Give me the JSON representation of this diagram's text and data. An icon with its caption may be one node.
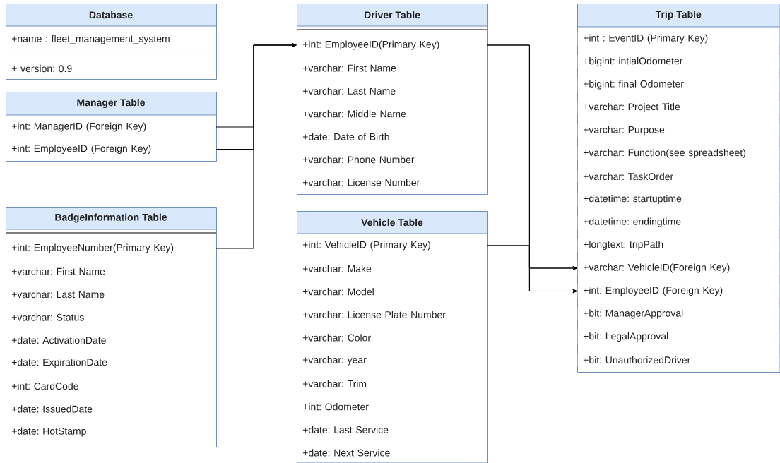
{
  "diagram": {
    "nodes": [
      {
        "text": [
          "Database"
        ]
      },
      {
        "text": [
          "+name : fleet_management_system"
        ],
        "in": 0
      },
      {
        "text": [
          "+ version: 0.9"
        ],
        "in": 0
      },
      {
        "text": [
          "Manager Table"
        ]
      },
      {
        "text": [
          "+int: ManagerID (Foreign Key)"
        ],
        "in": 3
      },
      {
        "text": [
          "+int: EmployeeID (Foreign Key)"
        ],
        "in": 3
      },
      {
        "text": [
          "BadgeInformation Table"
        ]
      },
      {
        "text": [
          "+int: EmployeeNumber(Primary Key)"
        ],
        "in": 6
      },
      {
        "text": [
          "+varchar: First Name"
        ],
        "in": 6
      },
      {
        "text": [
          "+varchar: Last Name"
        ],
        "in": 6
      },
      {
        "text": [
          "+varchar: Status"
        ],
        "in": 6
      },
      {
        "text": [
          "+date: ActivationDate"
        ],
        "in": 6
      },
      {
        "text": [
          "+date: ExpirationDate"
        ],
        "in": 6
      },
      {
        "text": [
          "+int: CardCode"
        ],
        "in": 6
      },
      {
        "text": [
          "+date: IssuedDate"
        ],
        "in": 6
      },
      {
        "text": [
          "+date: HotStamp"
        ],
        "in": 6
      },
      {
        "text": [
          "Driver Table"
        ]
      },
      {
        "text": [
          "+int: EmployeeID(Primary Key)"
        ],
        "in": 16
      },
      {
        "text": [
          "+varchar: First Name"
        ],
        "in": 16
      },
      {
        "text": [
          "+varchar: Last Name"
        ],
        "in": 16
      },
      {
        "text": [
          "+varchar: Middle Name"
        ],
        "in": 16
      },
      {
        "text": [
          "+date: Date of Birth"
        ],
        "in": 16
      },
      {
        "text": [
          "+varchar: Phone Number"
        ],
        "in": 16
      },
      {
        "text": [
          "+varchar: License Number"
        ],
        "in": 16
      },
      {
        "text": [
          "Vehicle Table"
        ]
      },
      {
        "text": [
          "+int: VehicleID (Primary Key)"
        ],
        "in": 24
      },
      {
        "text": [
          "+varchar: Make"
        ],
        "in": 24
      },
      {
        "text": [
          "+varchar: Model"
        ],
        "in": 24
      },
      {
        "text": [
          "+varchar: License Plate Number"
        ],
        "in": 24
      },
      {
        "text": [
          "+varchar: Color"
        ],
        "in": 24
      },
      {
        "text": [
          "+varchar: year"
        ],
        "in": 24
      },
      {
        "text": [
          "+varchar: Trim"
        ],
        "in": 24
      },
      {
        "text": [
          "+int: Odometer"
        ],
        "in": 24
      },
      {
        "text": [
          "+date: Last Service"
        ],
        "in": 24
      },
      {
        "text": [
          "+date: Next Service"
        ],
        "in": 24
      },
      {
        "text": [
          "Trip Table"
        ]
      },
      {
        "text": [
          "+int : EventID (Primary Key)"
        ],
        "in": 35
      },
      {
        "text": [
          "+bigint:  intialOdometer"
        ],
        "in": 35
      },
      {
        "text": [
          "+bigint: final Odometer"
        ],
        "in": 35
      },
      {
        "text": [
          "+varchar:  Project Title"
        ],
        "in": 35
      },
      {
        "text": [
          "+varchar: Purpose"
        ],
        "in": 35
      },
      {
        "text": [
          "+varchar: Function(see spreadsheet)"
        ],
        "in": 35
      },
      {
        "text": [
          "+varchar: TaskOrder"
        ],
        "in": 35
      },
      {
        "text": [
          "+datetime: startuptime"
        ],
        "in": 35
      },
      {
        "text": [
          "+datetime: endingtime"
        ],
        "in": 35
      },
      {
        "text": [
          "+longtext: tripPath"
        ],
        "in": 35
      },
      {
        "text": [
          "+varchar: VehicleID(Foreign Key)"
        ],
        "in": 35
      },
      {
        "text": [
          "+int: EmployeeID (Foreign Key)"
        ],
        "in": 35
      },
      {
        "text": [
          "+bit: ManagerApproval"
        ],
        "in": 35
      },
      {
        "text": [
          "+bit: LegalApproval"
        ],
        "in": 35
      },
      {
        "text": [
          "+bit: UnauthorizedDriver"
        ],
        "in": 35
      }
    ],
    "edges": [
      {
        "from": 4,
        "to": 17,
        "arrow": "to"
      },
      {
        "from": 5,
        "to": 17,
        "arrow": "to"
      },
      {
        "from": 7,
        "to": 17,
        "arrow": "to"
      },
      {
        "from": 17,
        "to": 46,
        "arrow": "to"
      },
      {
        "from": 17,
        "to": 47,
        "arrow": "to"
      },
      {
        "from": 25,
        "to": 46,
        "arrow": "to"
      },
      {
        "from": 25,
        "to": 47,
        "arrow": "to"
      }
    ]
  }
}
